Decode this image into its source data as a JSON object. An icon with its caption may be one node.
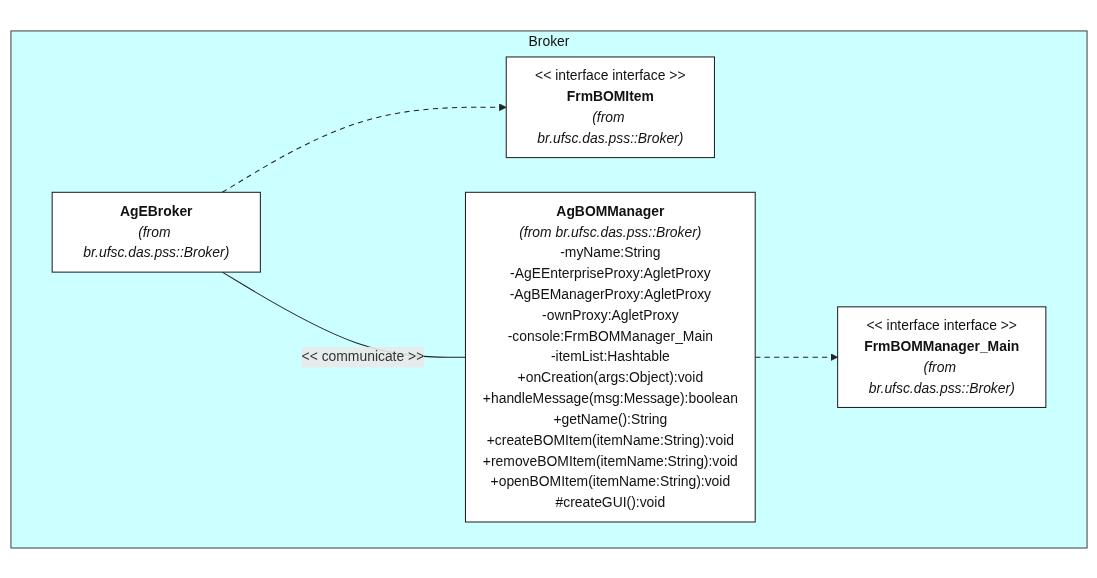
{
  "diagram": {
    "nodes": [
      {
        "text": [
          "Broker"
        ]
      },
      {
        "text": [
          "<< interface interface >>",
          "FrmBOMItem",
          "(from br.ufsc.das.pss::Broker)"
        ],
        "in": 0
      },
      {
        "text": [
          "AgBOMManager",
          "(from br.ufsc.das.pss::Broker)",
          "-myName:String",
          "-AgEEnterpriseProxy:AgletProxy",
          "-AgBEManagerProxy:AgletProxy",
          "-ownProxy:AgletProxy",
          "-console:FrmBOMManager_Main",
          "-itemList:Hashtable",
          "+onCreation(args:Object):void",
          "+handleMessage(msg:Message):boolean",
          "+getName():String",
          "+createBOMItem(itemName:String):void",
          "+removeBOMItem(itemName:String):void",
          "+openBOMItem(itemName:String):void",
          "#createGUI():void"
        ],
        "in": 0
      },
      {
        "text": [
          "<< interface interface >>",
          "FrmBOMManager_Main",
          "(from br.ufsc.das.pss::Broker)"
        ],
        "in": 0
      },
      {
        "text": [
          "AgEBroker",
          "(from br.ufsc.das.pss::Broker)"
        ],
        "in": 0
      }
    ],
    "edges": [
      {
        "from": 4,
        "to": 1,
        "arrow": "to",
        "style": "dashed"
      },
      {
        "from": 2,
        "to": 3,
        "arrow": "to",
        "style": "dashed"
      },
      {
        "from": 4,
        "to": 2,
        "arrow": "none",
        "label": "<< communicate >>"
      }
    ]
  }
}
